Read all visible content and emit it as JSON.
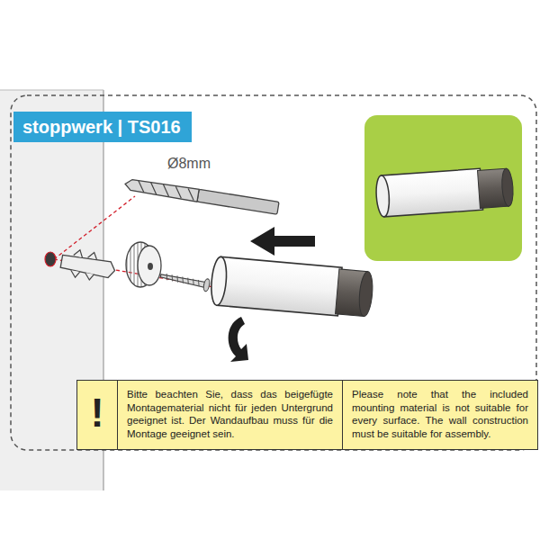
{
  "diagram": {
    "title": "stoppwerk | TS016",
    "nodes": [
      {
        "text": [
          "!"
        ]
      },
      {
        "text": [
          "Bitte beachten Sie, dass das beigefügte Montagematerial nicht für jeden Untergrund geeignet ist. Der Wandaufbau muss für die Montage geeignet sein."
        ]
      },
      {
        "text": [
          "Please note that the included mounting material is not suitable for every surface. The wall construction must be suitable for assembly."
        ]
      }
    ],
    "edges": [],
    "labels": [
      "Ø8mm"
    ]
  }
}
